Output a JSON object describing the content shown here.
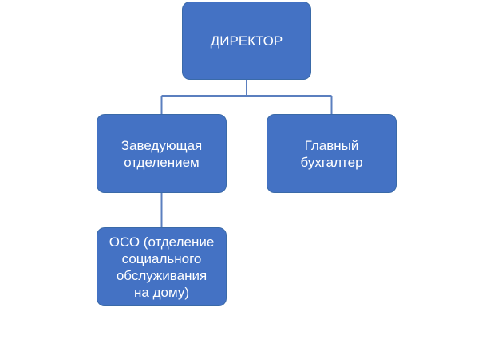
{
  "colors": {
    "box_fill": "#4472c4",
    "box_border": "#3a6aa8",
    "connector": "#5b7fbf",
    "text": "#ffffff",
    "background": "#ffffff"
  },
  "org_chart": {
    "director": {
      "label": "ДИРЕКТОР"
    },
    "department_head": {
      "label": "Заведующая\nотделением"
    },
    "chief_accountant": {
      "label": "Главный\nбухгалтер"
    },
    "oso_department": {
      "label": "ОСО  (отделение\nсоциального\nобслуживания\nна дому)"
    },
    "links": [
      {
        "from": "director",
        "to": "department_head"
      },
      {
        "from": "director",
        "to": "chief_accountant"
      },
      {
        "from": "department_head",
        "to": "oso_department"
      }
    ]
  }
}
